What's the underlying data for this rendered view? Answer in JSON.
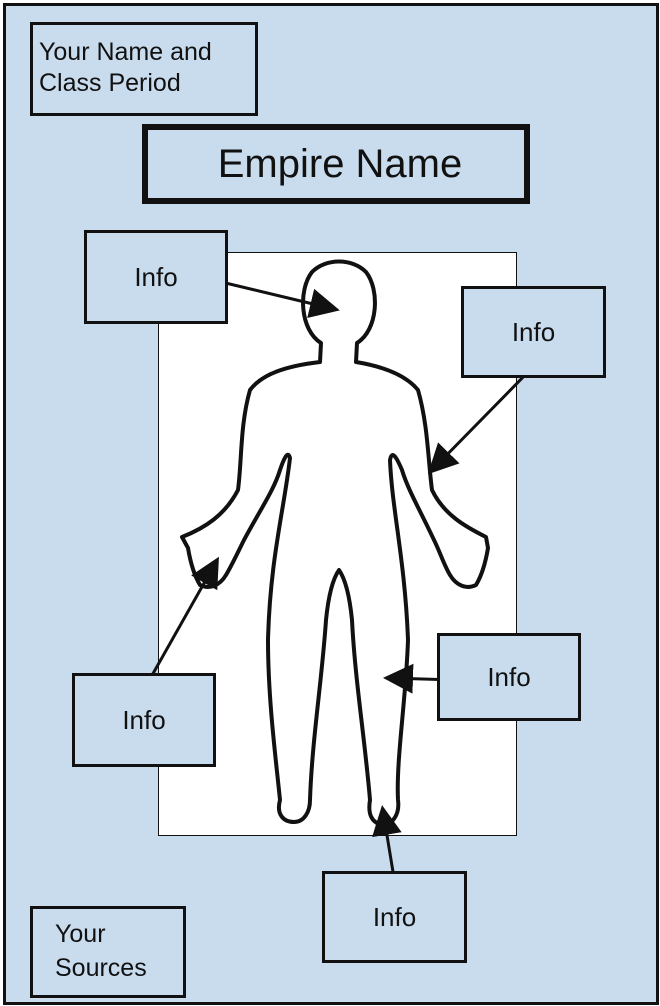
{
  "header": {
    "name_line1": "Your Name and",
    "name_line2": "Class Period",
    "title": "Empire Name"
  },
  "info_boxes": {
    "head": "Info",
    "arm": "Info",
    "hand": "Info",
    "leg": "Info",
    "foot": "Info"
  },
  "sources": {
    "line1": "Your",
    "line2": "Sources"
  },
  "colors": {
    "background": "#c9dcee",
    "figure_panel": "#ffffff",
    "ink": "#111111"
  }
}
